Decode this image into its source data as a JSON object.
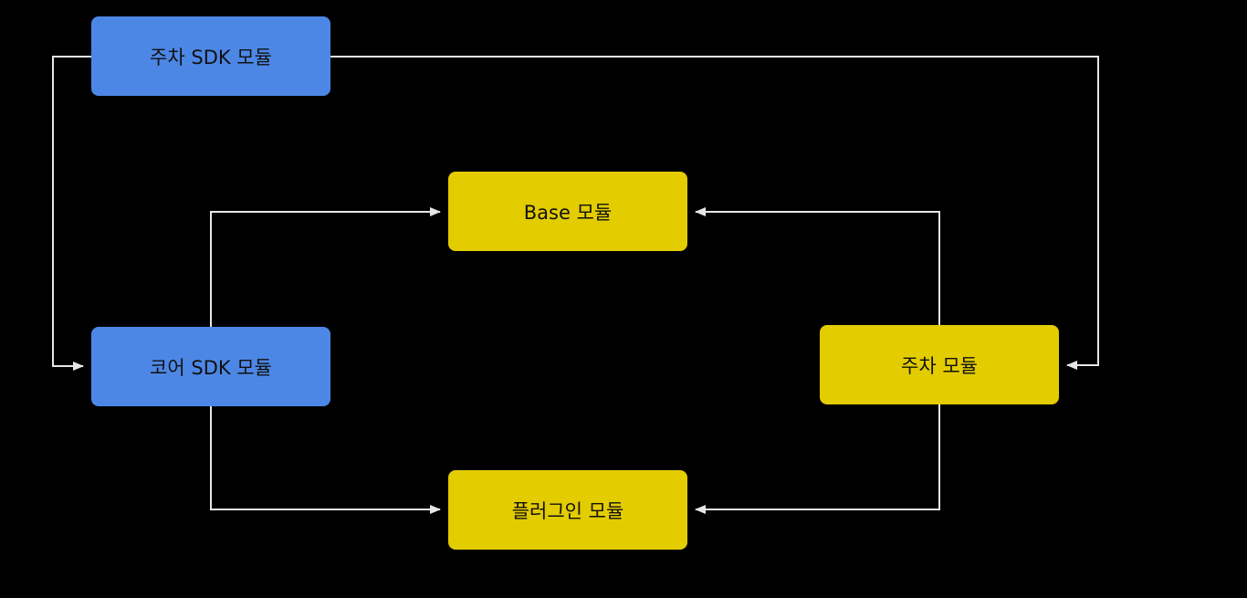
{
  "diagram": {
    "nodes": {
      "parking_sdk": {
        "label": "주차 SDK 모듈",
        "color": "#4d87e6"
      },
      "base": {
        "label": "Base 모듈",
        "color": "#e3cc00"
      },
      "core_sdk": {
        "label": "코어 SDK 모듈",
        "color": "#4d87e6"
      },
      "parking": {
        "label": "주차 모듈",
        "color": "#e3cc00"
      },
      "plugin": {
        "label": "플러그인 모듈",
        "color": "#e3cc00"
      }
    },
    "edges": [
      {
        "from": "parking_sdk",
        "to": "core_sdk"
      },
      {
        "from": "parking_sdk",
        "to": "parking"
      },
      {
        "from": "core_sdk",
        "to": "base"
      },
      {
        "from": "core_sdk",
        "to": "plugin"
      },
      {
        "from": "parking",
        "to": "base"
      },
      {
        "from": "parking",
        "to": "plugin"
      }
    ],
    "line_color": "#e6e6e6",
    "background": "#000000"
  }
}
